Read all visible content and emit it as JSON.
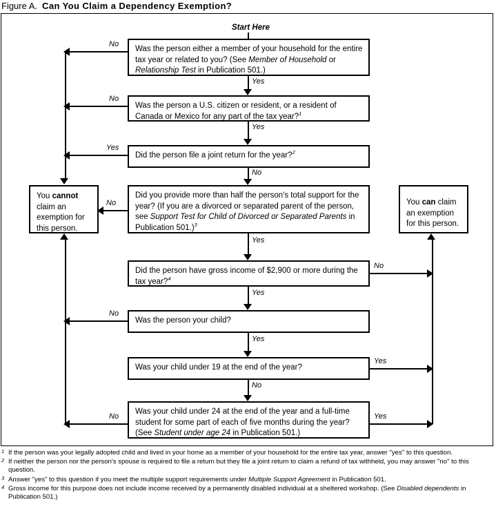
{
  "title": {
    "label": "Figure A.",
    "text": "Can You Claim a Dependency Exemption?"
  },
  "start_label": "Start Here",
  "boxes": {
    "q1": {
      "id": "household-or-relationship",
      "line1": "Was the person either a member of your household for the entire",
      "line2_a": "tax year or related to you? (See ",
      "line2_i": "Member of Household",
      "line2_b": " or",
      "line3_i": "Relationship Test",
      "line3_b": " in Publication 501.)"
    },
    "q2": {
      "id": "citizen-or-resident",
      "line1": "Was the person a U.S. citizen or resident, or a resident of",
      "line2": "Canada or Mexico for any part of the tax year?",
      "sup": "1"
    },
    "q3": {
      "id": "joint-return",
      "line1": "Did the person file a joint return for the year?",
      "sup": "2"
    },
    "q4": {
      "id": "total-support",
      "line1": "Did you provide more than half the person's total support for the",
      "line2": "year? (If you are a divorced or separated parent of the person,",
      "line3_a": "see ",
      "line3_i": "Support Test for Child of Divorced or Separated Parents",
      "line3_b": " in",
      "line4": "Publication 501.)",
      "sup": "3"
    },
    "q5": {
      "id": "gross-income",
      "line1": "Did the person have gross income of $2,900 or more during the",
      "line2": "tax year?",
      "sup": "4"
    },
    "q6": {
      "id": "was-your-child",
      "line1": "Was the person your child?"
    },
    "q7": {
      "id": "under-19",
      "line1": "Was your child under 19 at the end of the year?"
    },
    "q8": {
      "id": "under-24-student",
      "line1": "Was your child under 24 at the end of the year and a full-time",
      "line2": "student for some part of each of five months during the year?",
      "line3_a": "(See ",
      "line3_i": "Student under age 24",
      "line3_b": " in Publication 501.)"
    },
    "cannot": {
      "id": "cannot-claim",
      "a": "You ",
      "bold": "cannot",
      "b": "claim an",
      "c": "exemption for",
      "d": "this person."
    },
    "can": {
      "id": "can-claim",
      "a": "You ",
      "bold": "can",
      "a2": " claim",
      "b": "an exemption",
      "c": "for this person."
    }
  },
  "edge_labels": {
    "q1_no": "No",
    "q1_yes": "Yes",
    "q2_no": "No",
    "q2_yes": "Yes",
    "q3_yes": "Yes",
    "q3_no": "No",
    "q4_no": "No",
    "q4_yes": "Yes",
    "q5_no": "No",
    "q5_yes": "Yes",
    "q6_no": "No",
    "q6_yes": "Yes",
    "q7_yes": "Yes",
    "q7_no": "No",
    "q8_no": "No",
    "q8_yes": "Yes"
  },
  "footnotes": [
    {
      "marker": "1",
      "pre": "If the person was your legally adopted child and lived in your home as a member of your household for the entire tax year, answer \"yes\" to this question.",
      "italic": "",
      "post": ""
    },
    {
      "marker": "2",
      "pre": "If neither the person nor the person's spouse is required to file a return but they file a joint return to claim a refund of tax withheld, you may answer \"no\" to this question.",
      "italic": "",
      "post": ""
    },
    {
      "marker": "3",
      "pre": "Answer \"yes\" to this question if you meet the multiple support requirements under ",
      "italic": "Multiple Support Agreement",
      "post": " in Publication 501."
    },
    {
      "marker": "4",
      "pre": "Gross income for this purpose does not include income received by a permanently disabled individual at a sheltered workshop. (See ",
      "italic": "Disabled dependents",
      "post": " in Publication 501.)"
    }
  ],
  "colors": {
    "ink": "#000000",
    "paper": "#ffffff"
  }
}
